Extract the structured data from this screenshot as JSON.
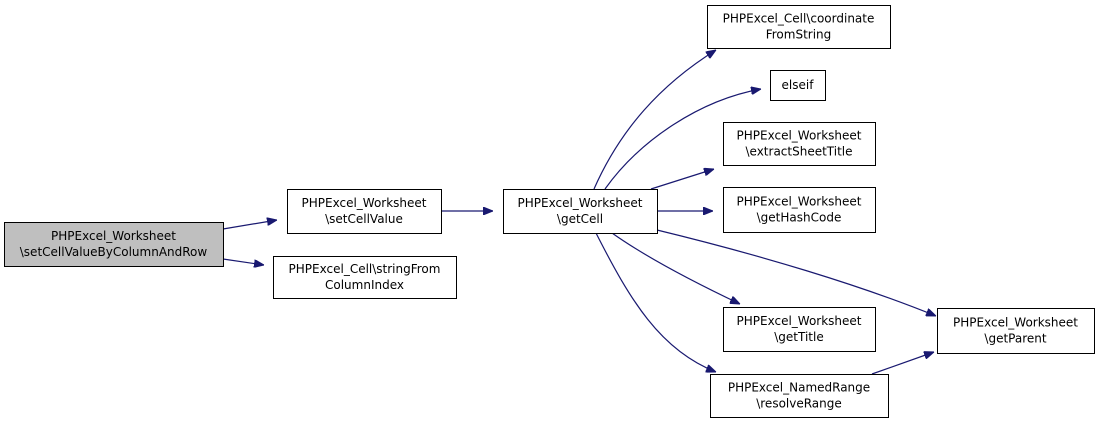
{
  "colors": {
    "edge": "#191970",
    "root_fill": "#bfbfbf",
    "node_fill": "#ffffff",
    "border": "#000000"
  },
  "nodes": [
    {
      "id": "root",
      "lines": [
        "PHPExcel_Worksheet",
        "\\setCellValueByColumnAndRow"
      ]
    },
    {
      "id": "setCellValue",
      "lines": [
        "PHPExcel_Worksheet",
        "\\setCellValue"
      ]
    },
    {
      "id": "stringFromColumnIndex",
      "lines": [
        "PHPExcel_Cell\\stringFrom",
        "ColumnIndex"
      ]
    },
    {
      "id": "getCell",
      "lines": [
        "PHPExcel_Worksheet",
        "\\getCell"
      ]
    },
    {
      "id": "coordinateFromString",
      "lines": [
        "PHPExcel_Cell\\coordinate",
        "FromString"
      ]
    },
    {
      "id": "elseif",
      "lines": [
        "elseif"
      ]
    },
    {
      "id": "extractSheetTitle",
      "lines": [
        "PHPExcel_Worksheet",
        "\\extractSheetTitle"
      ]
    },
    {
      "id": "getHashCode",
      "lines": [
        "PHPExcel_Worksheet",
        "\\getHashCode"
      ]
    },
    {
      "id": "getTitle",
      "lines": [
        "PHPExcel_Worksheet",
        "\\getTitle"
      ]
    },
    {
      "id": "resolveRange",
      "lines": [
        "PHPExcel_NamedRange",
        "\\resolveRange"
      ]
    },
    {
      "id": "getParent",
      "lines": [
        "PHPExcel_Worksheet",
        "\\getParent"
      ]
    }
  ],
  "edges": [
    {
      "from": "root",
      "to": "setCellValue"
    },
    {
      "from": "root",
      "to": "stringFromColumnIndex"
    },
    {
      "from": "setCellValue",
      "to": "getCell"
    },
    {
      "from": "getCell",
      "to": "coordinateFromString"
    },
    {
      "from": "getCell",
      "to": "elseif"
    },
    {
      "from": "getCell",
      "to": "extractSheetTitle"
    },
    {
      "from": "getCell",
      "to": "getHashCode"
    },
    {
      "from": "getCell",
      "to": "getParent"
    },
    {
      "from": "getCell",
      "to": "getTitle"
    },
    {
      "from": "getCell",
      "to": "resolveRange"
    },
    {
      "from": "resolveRange",
      "to": "getParent"
    }
  ]
}
